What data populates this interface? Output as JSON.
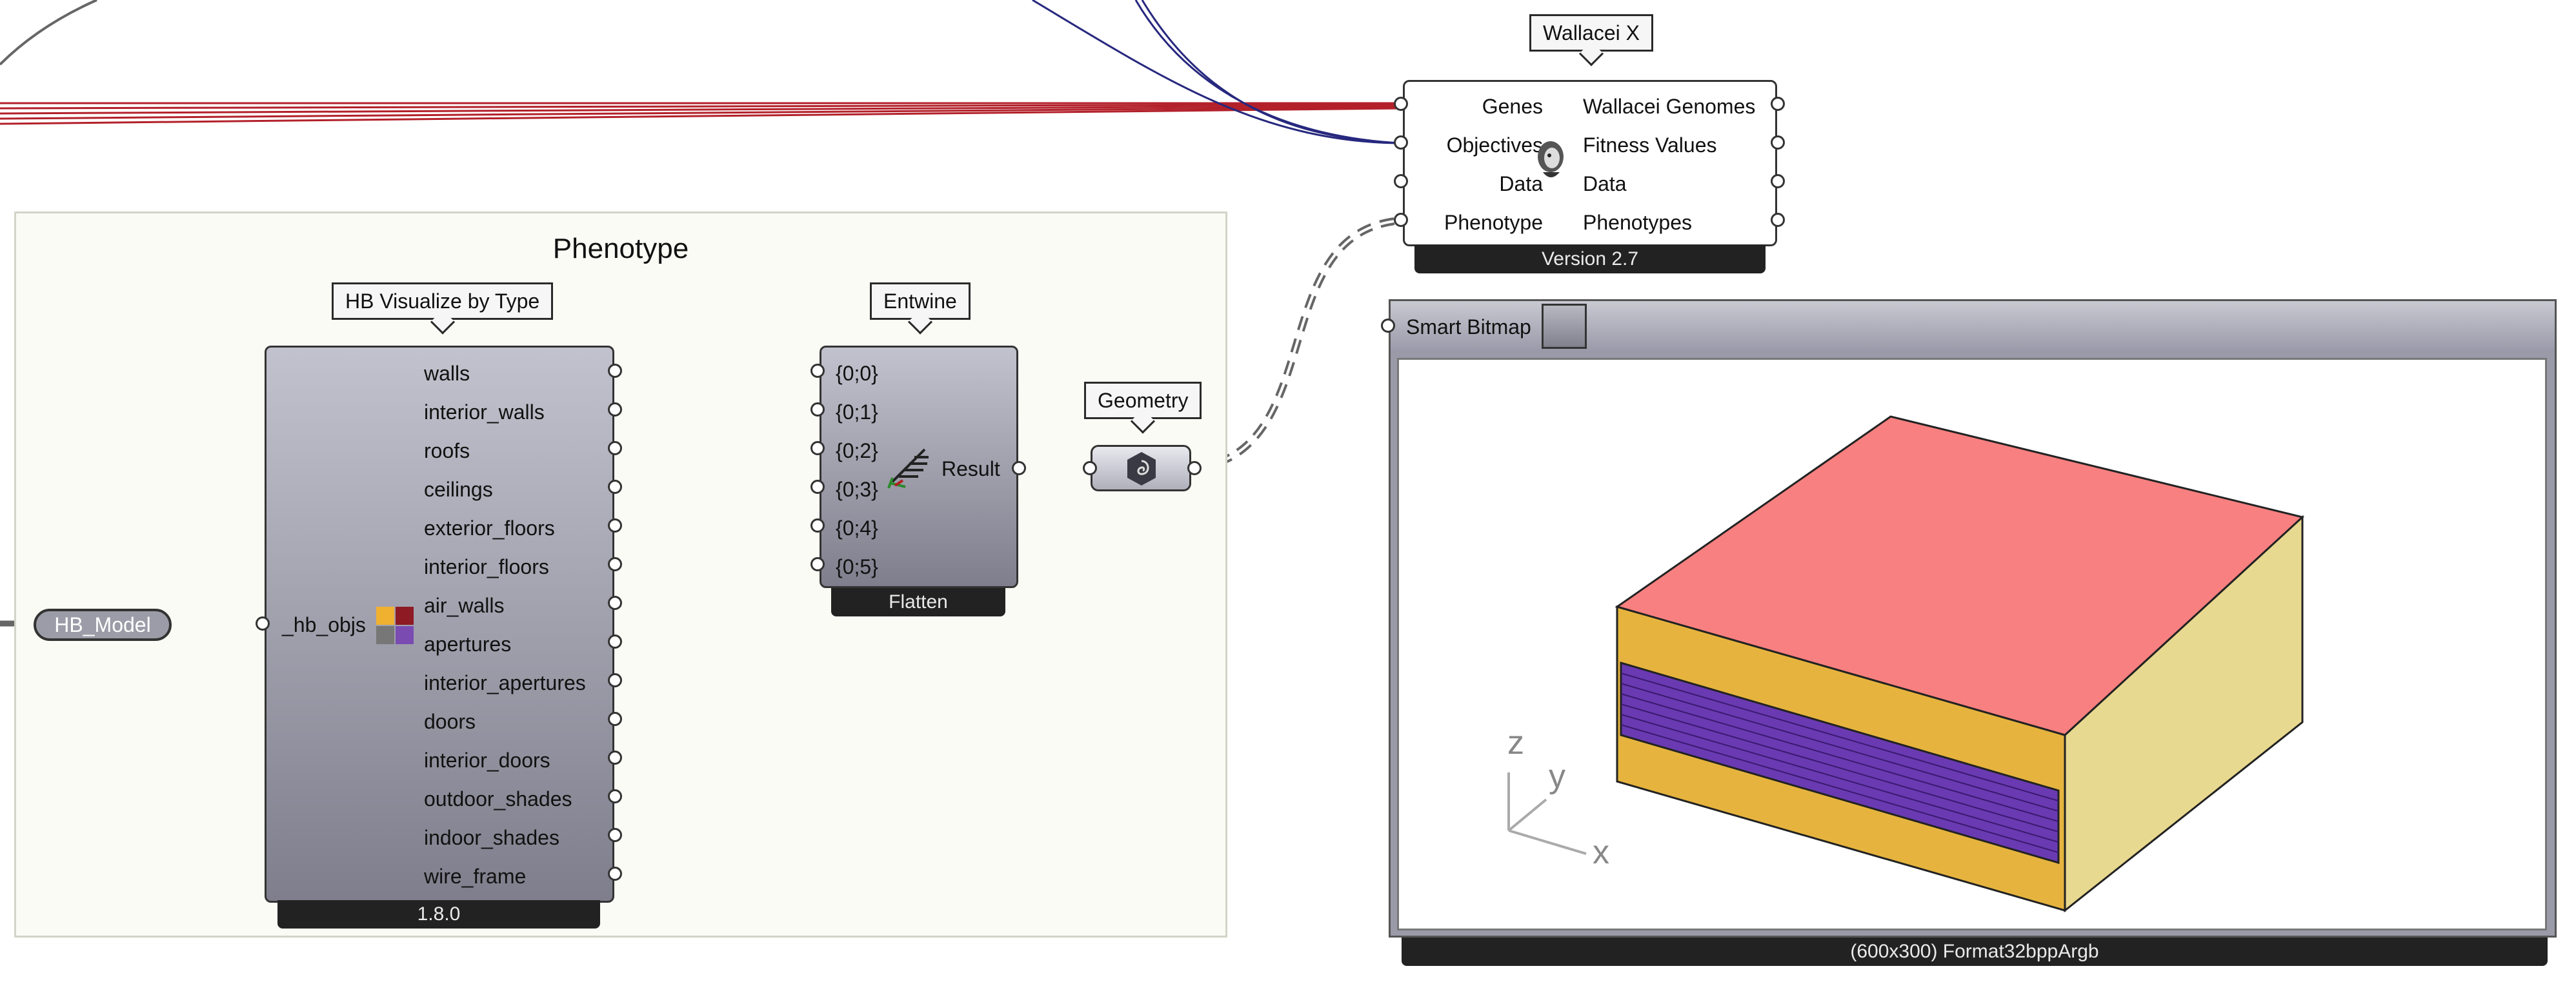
{
  "group": {
    "title": "Phenotype"
  },
  "hb_model": {
    "label": "HB_Model"
  },
  "hb_visualize": {
    "tag": "HB Visualize by Type",
    "input": "_hb_objs",
    "outputs": [
      "walls",
      "interior_walls",
      "roofs",
      "ceilings",
      "exterior_floors",
      "interior_floors",
      "air_walls",
      "apertures",
      "interior_apertures",
      "doors",
      "interior_doors",
      "outdoor_shades",
      "indoor_shades",
      "wire_frame"
    ],
    "version": "1.8.0"
  },
  "entwine": {
    "tag": "Entwine",
    "inputs": [
      "{0;0}",
      "{0;1}",
      "{0;2}",
      "{0;3}",
      "{0;4}",
      "{0;5}"
    ],
    "output": "Result",
    "footer": "Flatten"
  },
  "geometry": {
    "tag": "Geometry"
  },
  "wallacei": {
    "tag": "Wallacei X",
    "inputs": [
      "Genes",
      "Objectives",
      "Data",
      "Phenotype"
    ],
    "outputs": [
      "Wallacei Genomes",
      "Fitness Values",
      "Data",
      "Phenotypes"
    ],
    "version": "Version 2.7"
  },
  "smart_bitmap": {
    "title": "Smart Bitmap",
    "footer": "(600x300) Format32bppArgb",
    "axes": {
      "z": "z",
      "y": "y",
      "x": "x"
    },
    "colors": {
      "roof": "#f88080",
      "wall": "#e6b43e",
      "side": "#e8d990",
      "aperture": "#6a3ab2"
    }
  },
  "colors": {
    "red_wire": "#b3202a",
    "blue_wire": "#27287e",
    "gray_wire": "#666666"
  }
}
